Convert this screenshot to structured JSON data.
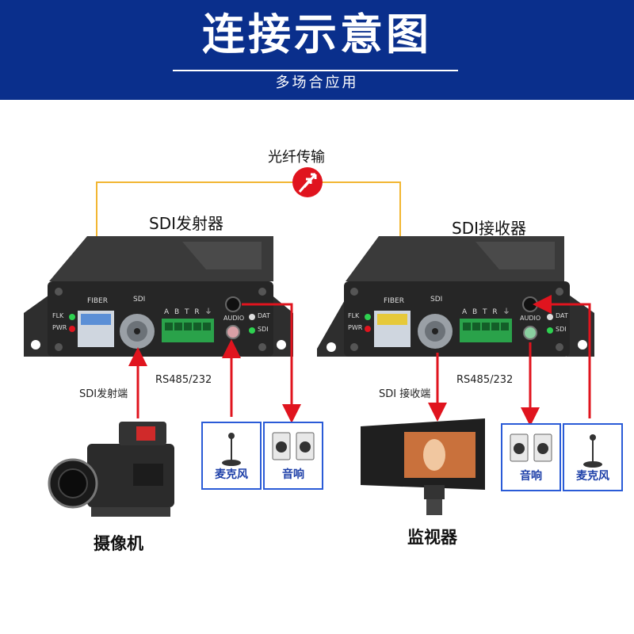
{
  "header": {
    "title": "连接示意图",
    "subtitle": "多场合应用"
  },
  "fiber_label": "光纤传输",
  "transmitter": {
    "title": "SDI发射器",
    "port_fiber": "FIBER",
    "port_sdi": "SDI",
    "terminal": "A B T R ⏚",
    "audio": "AUDIO",
    "led_flk": "FLK",
    "led_pwr": "PWR",
    "led_dat": "DAT",
    "led_sdi": "SDI",
    "label_input": "SDI发射端",
    "label_serial": "RS485/232"
  },
  "receiver": {
    "title": "SDI接收器",
    "port_fiber": "FIBER",
    "port_sdi": "SDI",
    "terminal": "A B T R ⏚",
    "audio": "AUDIO",
    "led_flk": "FLK",
    "led_pwr": "PWR",
    "led_dat": "DAT",
    "led_sdi": "SDI",
    "label_output": "SDI 接收端",
    "label_serial": "RS485/232"
  },
  "devices": {
    "camera": "摄像机",
    "monitor": "监视器",
    "mic_left": "麦克风",
    "speaker_left": "音响",
    "speaker_right": "音响",
    "mic_right": "麦克风"
  },
  "colors": {
    "header_bg": "#0a2f8c",
    "fiber_line": "#f2b632",
    "arrow_red": "#e0141e",
    "box_border": "#2a5bd7",
    "device_body": "#2b2b2b"
  }
}
